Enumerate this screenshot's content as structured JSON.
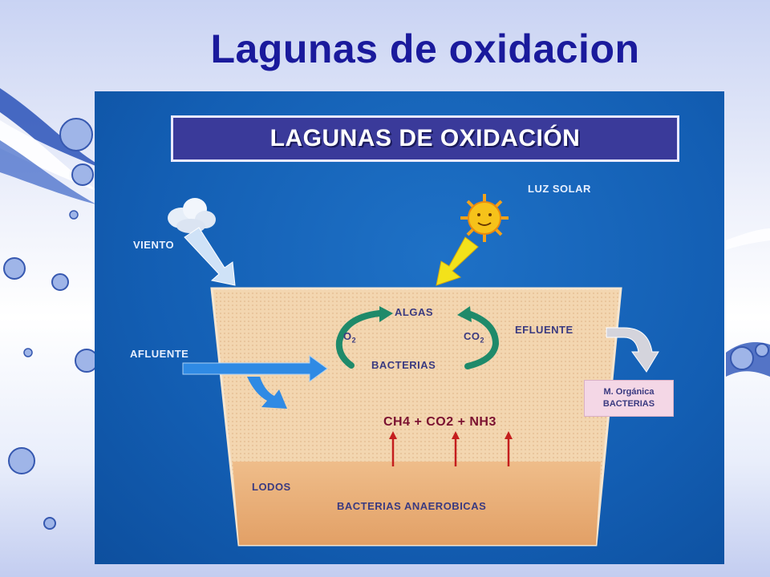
{
  "slide": {
    "title": "Lagunas de oxidacion"
  },
  "diagram": {
    "header": "LAGUNAS DE OXIDACIÓN",
    "labels": {
      "luz_solar": "LUZ SOLAR",
      "viento": "VIENTO",
      "afluente": "AFLUENTE",
      "efluente": "EFLUENTE",
      "algas": "ALGAS",
      "bacterias": "BACTERIAS",
      "o2": "O",
      "o2_sub": "2",
      "co2": "CO",
      "co2_sub": "2",
      "gases": "CH4 + CO2 + NH3",
      "lodos": "LODOS",
      "bacterias_anaerobicas": "BACTERIAS ANAEROBICAS"
    },
    "organic_box": {
      "line1": "M. Orgánica",
      "line2": "BACTERIAS"
    }
  },
  "colors": {
    "title": "#1a1a9c",
    "panel": "#135eb3",
    "pond": "#f3d6b0",
    "sludge": "#ebb27a",
    "cycle_arrows": "#1f8a6a",
    "gas_arrows": "#c41e1e",
    "sun": "#f6c21a"
  },
  "icons": [
    "cloud-icon",
    "sun-icon",
    "wind-arrow-icon",
    "sun-arrow-icon",
    "inflow-arrow-icon",
    "outflow-arrow-icon"
  ]
}
